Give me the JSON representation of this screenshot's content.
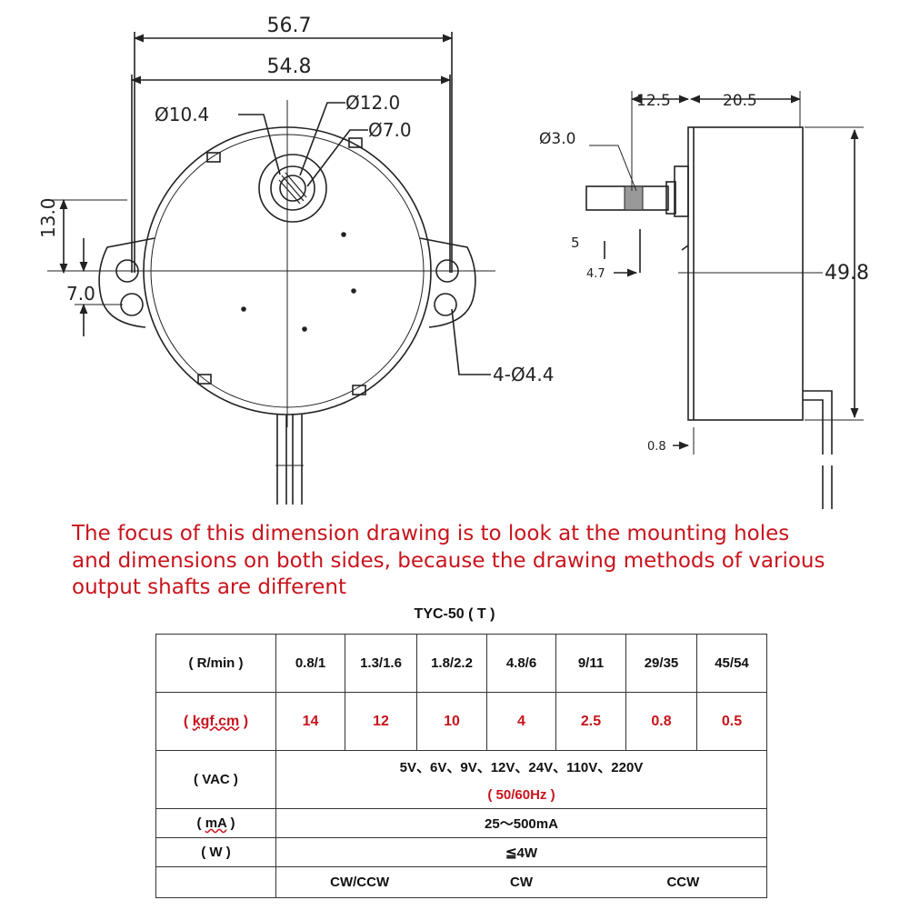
{
  "drawing": {
    "front": {
      "overall_width": "56.7",
      "hole_span": "54.8",
      "boss_dia": "Ø10.4",
      "outer_dia": "Ø12.0",
      "shaft_dia": "Ø7.0",
      "height_offset": "13.0",
      "hole_offset": "7.0",
      "mount_holes": "4-Ø4.4"
    },
    "side": {
      "shaft_len": "12.5",
      "body_depth": "20.5",
      "pin_dia": "Ø3.0",
      "flat_len": "5",
      "shaft_offset": "4.7",
      "body_height": "49.8",
      "plate_thickness": "0.8"
    }
  },
  "note_lines": [
    "The focus of this dimension drawing is to look at the mounting holes",
    "and dimensions on both sides, because the drawing methods of various",
    "output shafts are different"
  ],
  "table": {
    "title": "TYC-50 ( T )",
    "speed_label": "( R/min )",
    "speeds": [
      "0.8/1",
      "1.3/1.6",
      "1.8/2.2",
      "4.8/6",
      "9/11",
      "29/35",
      "45/54"
    ],
    "torque_label_open": "( ",
    "torque_label_unit": "kgf.cm",
    "torque_label_close": " )",
    "torques": [
      "14",
      "12",
      "10",
      "4",
      "2.5",
      "0.8",
      "0.5"
    ],
    "vac_label": "( VAC )",
    "vac_value": "5V、6V、9V、12V、24V、110V、220V",
    "vac_freq": "( 50/60Hz )",
    "ma_label_open": "( ",
    "ma_label_unit": "mA",
    "ma_label_close": " )",
    "ma_value": "25～500mA",
    "w_label": "( W )",
    "w_value": "≦4W",
    "rotation": [
      "CW/CCW",
      "CW",
      "CCW"
    ]
  },
  "colors": {
    "accent_red": "#c8141c",
    "line": "#222222"
  }
}
